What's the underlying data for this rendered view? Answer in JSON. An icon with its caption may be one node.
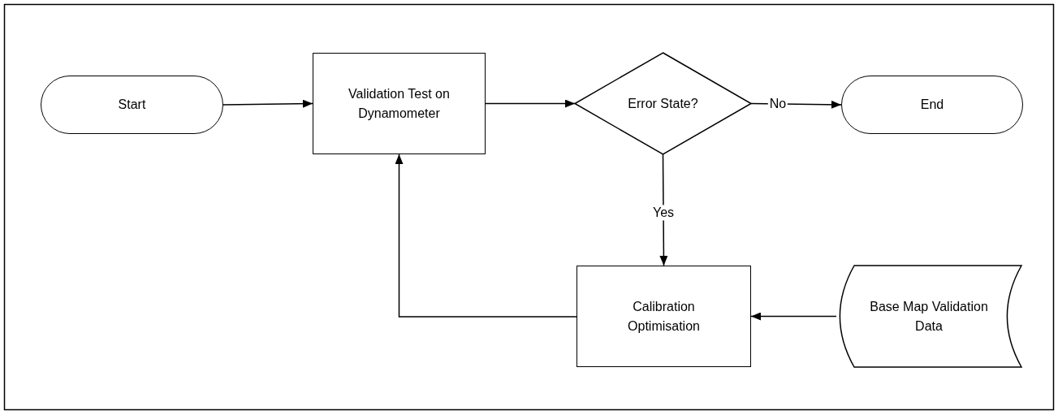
{
  "diagram": {
    "nodes": [
      {
        "text": [
          "Start"
        ]
      },
      {
        "text": [
          "Validation Test on Dynamometer"
        ]
      },
      {
        "text": [
          "Error State?"
        ]
      },
      {
        "text": [
          "End"
        ]
      },
      {
        "text": [
          "Calibration Optimisation"
        ]
      },
      {
        "text": [
          "Base Map Validation Data"
        ]
      }
    ],
    "edges": [
      {
        "from": 0,
        "to": 1,
        "arrow": "to"
      },
      {
        "from": 1,
        "to": 2,
        "arrow": "to"
      },
      {
        "from": 2,
        "to": 3,
        "arrow": "to",
        "label": "No"
      },
      {
        "from": 2,
        "to": 4,
        "arrow": "to",
        "label": "Yes"
      },
      {
        "from": 5,
        "to": 4,
        "arrow": "to"
      },
      {
        "from": 4,
        "to": 1,
        "arrow": "to"
      }
    ]
  }
}
